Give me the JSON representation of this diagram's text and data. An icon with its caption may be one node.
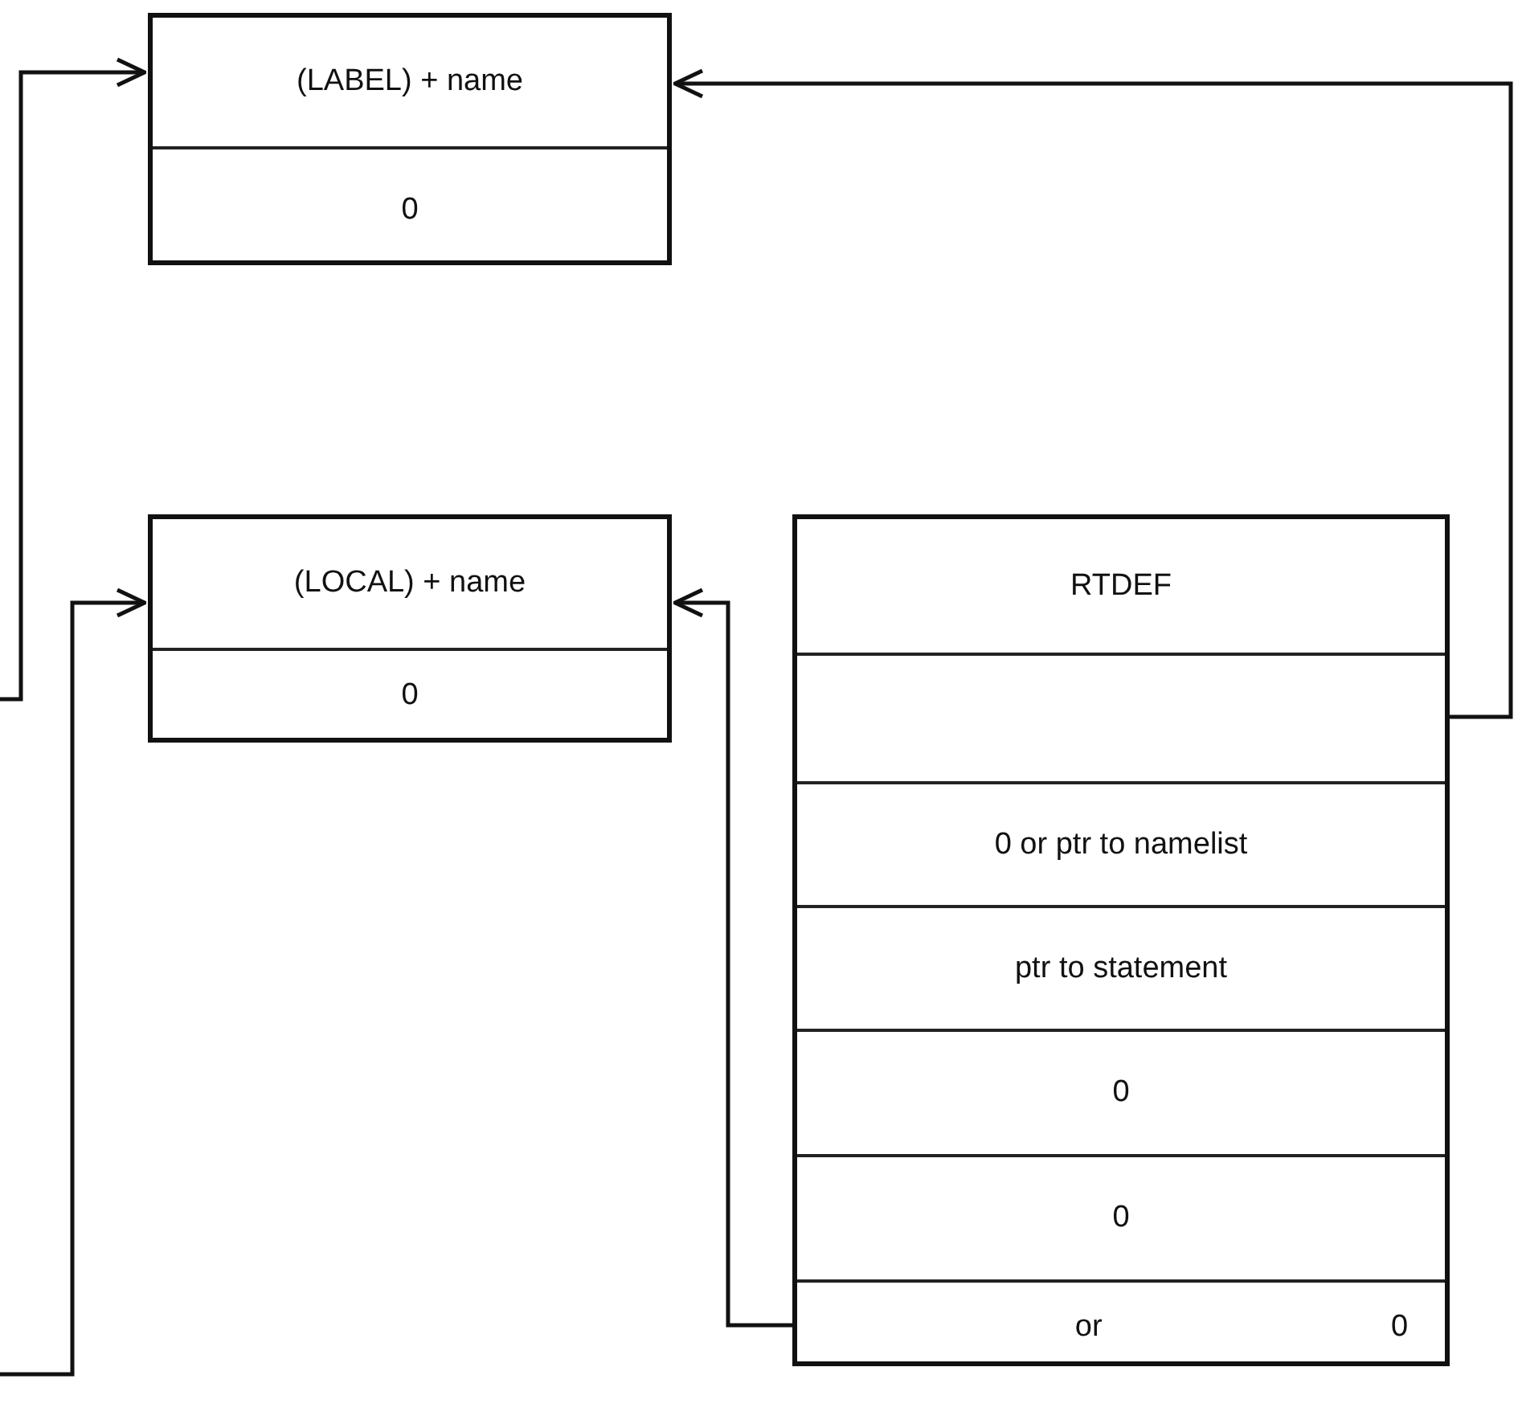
{
  "diagram": {
    "nodes": [
      {
        "text": [
          "(LABEL) + name",
          "0"
        ]
      },
      {
        "text": [
          "(LOCAL) + name",
          "0"
        ]
      },
      {
        "text": [],
        "shape": "box"
      },
      {
        "text": [
          "RTDEF"
        ],
        "in": 2
      },
      {
        "text": [],
        "shape": "box",
        "in": 2
      },
      {
        "text": [
          "0 or ptr to namelist"
        ],
        "in": 2
      },
      {
        "text": [
          "ptr to statement"
        ],
        "in": 2
      },
      {
        "text": [
          "0"
        ],
        "in": 2
      },
      {
        "text": [
          "0"
        ],
        "in": 2
      },
      {
        "text": [
          "or",
          "0"
        ],
        "in": 2
      }
    ],
    "edges": [
      {
        "from": null,
        "to": 0,
        "arrow": "to"
      },
      {
        "from": null,
        "to": 1,
        "arrow": "to"
      },
      {
        "from": 4,
        "to": 0,
        "arrow": "to"
      },
      {
        "from": 9,
        "to": 1,
        "arrow": "to"
      }
    ]
  }
}
